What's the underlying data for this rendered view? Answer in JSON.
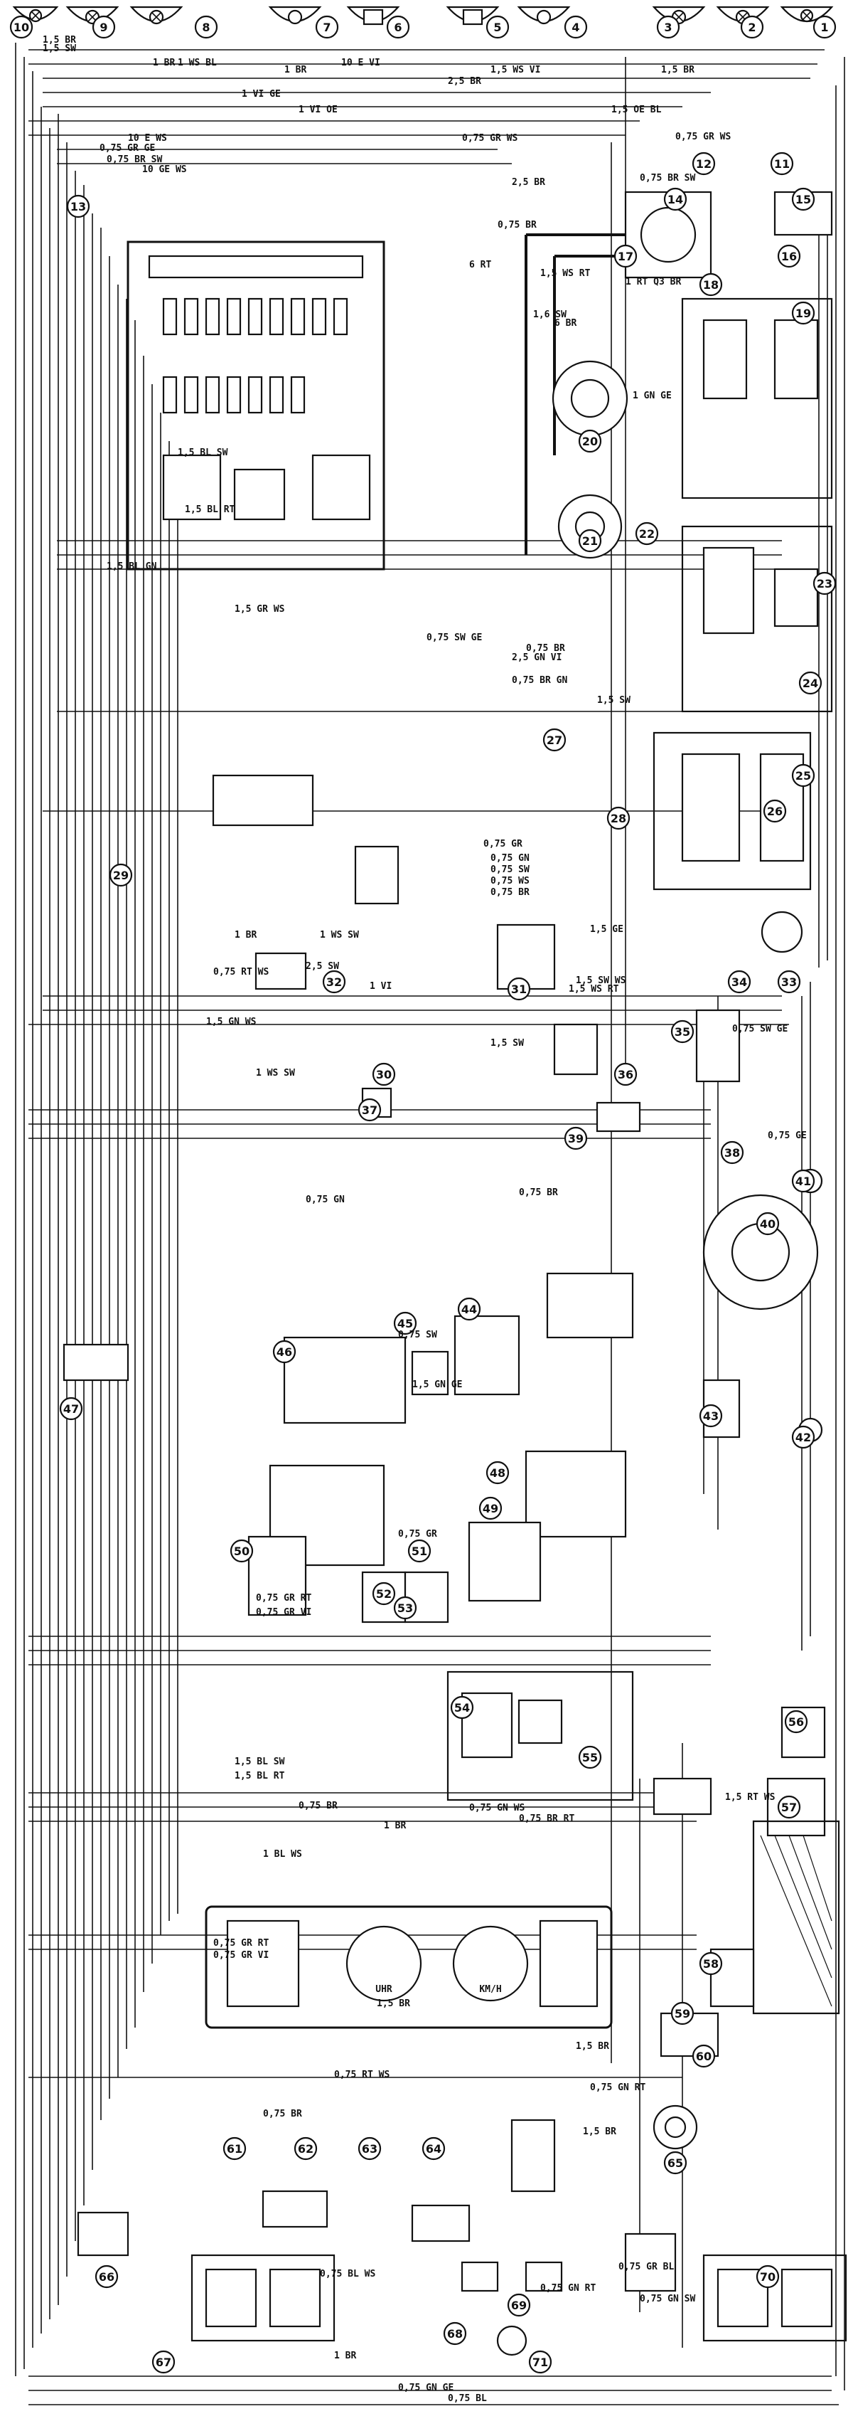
{
  "image_title": "",
  "numbered_components": [
    "1",
    "2",
    "3",
    "4",
    "5",
    "6",
    "7",
    "8",
    "9",
    "10",
    "11",
    "12",
    "13",
    "14",
    "15",
    "16",
    "17",
    "18",
    "19",
    "20",
    "21",
    "22",
    "23",
    "24",
    "25",
    "26",
    "27",
    "28",
    "29",
    "30",
    "31",
    "32",
    "33",
    "34",
    "35",
    "36",
    "37",
    "38",
    "39",
    "40",
    "41",
    "42",
    "43",
    "44",
    "45",
    "46",
    "47",
    "48",
    "49",
    "50",
    "51",
    "52",
    "53",
    "54",
    "55",
    "56",
    "57",
    "58",
    "59",
    "60",
    "61",
    "62",
    "63",
    "64",
    "65",
    "66",
    "67",
    "68",
    "69",
    "70",
    "71"
  ],
  "gauges": {
    "left": "UHR",
    "right": "KM/H"
  },
  "wire_labels": [
    "1,5 BR",
    "1,5 SW",
    "1 WS BL",
    "1 BR",
    "10 E VI",
    "1 BR",
    "1,5 WS VI",
    "2,5 BR",
    "1,5 BR",
    "1 VI GE",
    "1 VI OE",
    "1,5 OE BL",
    "10 E WS",
    "0,75 GR WS",
    "0,75 GR GE",
    "0,75 BR SW",
    "10 GE WS",
    "0,75 GR WS",
    "0,75 BR SW",
    "2,5 BR",
    "0,75 BR",
    "6 RT",
    "1,5 WS RT",
    "1,6 SW",
    "6 BR",
    "1 RT Q3 BR",
    "1,5 BL SW",
    "1,5 BL RT",
    "1,5 GR WS",
    "1,5 BL GN",
    "1 GN GE",
    "0,75 SW GE",
    "0,75 BR",
    "2,5 GN VI",
    "0,75 BR GN",
    "1,5 SW",
    "0,75 GR",
    "0,75 GN",
    "0,75 SW",
    "0,75 WS",
    "0,75 BR",
    "1,5 GE",
    "0,75 GE",
    "1 BR",
    "1 WS SW",
    "2,5 SW",
    "0,75 RT WS",
    "1,5 GN WS",
    "1 WS SW",
    "1,5 SW WS",
    "1,5 WS RT",
    "0,75 SW GE",
    "0,75 SW",
    "0,75 GN",
    "0,75 BR",
    "1,5 GN GE",
    "1 VI",
    "1,5 SW",
    "0,75 GR RT",
    "0,75 GR VI",
    "0,75 GR",
    "1,5 BL SW",
    "1,5 BL RT",
    "1,5 RT WS",
    "0,75 BR",
    "1 BR",
    "0,75 GN WS",
    "0,75 BR RT",
    "1 BL WS",
    "0,75 GR RT",
    "0,75 GR VI",
    "1,5 BR",
    "0,75 RT WS",
    "1,5 BR",
    "0,75 GN RT",
    "0,75 BR",
    "1,5 BR",
    "0,75 GN RT",
    "0,75 BL WS",
    "1 BR",
    "0,75 GR BL",
    "0,75 GN SW",
    "0,75 GN GE",
    "0,75 BL"
  ]
}
